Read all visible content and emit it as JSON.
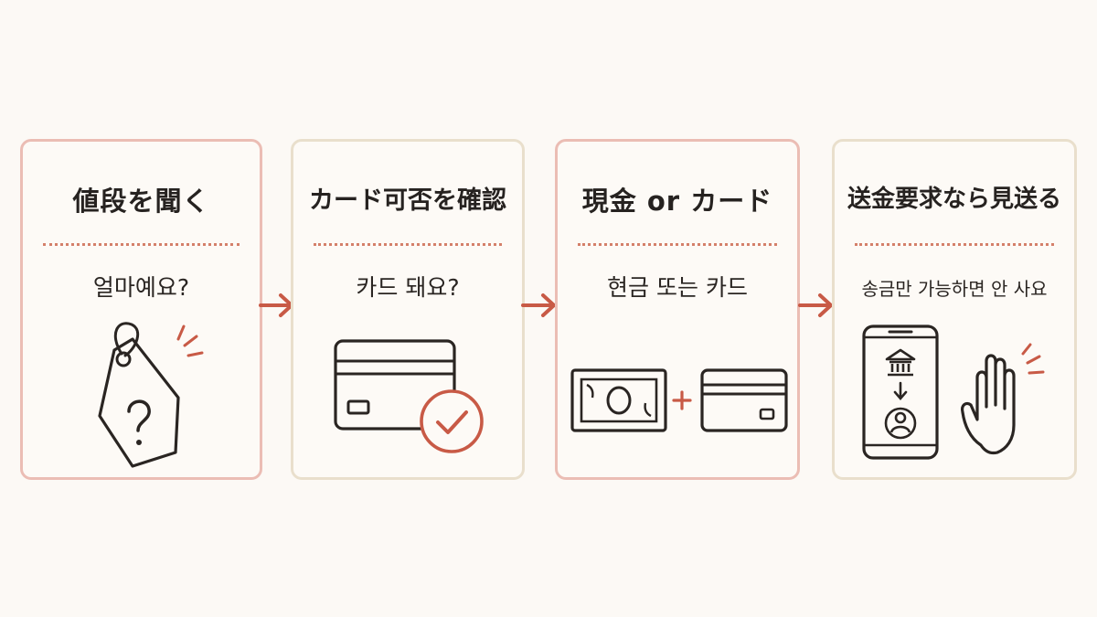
{
  "steps": [
    {
      "title": "値段を聞く",
      "phrase": "얼마예요?",
      "icon": "price-tag-question-icon",
      "accent": "#ebbdb4"
    },
    {
      "title": "カード可否を確認",
      "phrase": "카드 돼요?",
      "icon": "credit-card-check-icon",
      "accent": "#e9dfcc"
    },
    {
      "title": "現金 or カード",
      "phrase": "현금 또는 카드",
      "icon": "cash-plus-card-icon",
      "accent": "#ebbdb4"
    },
    {
      "title": "送金要求なら見送る",
      "phrase": "송금만 가능하면 안 사요",
      "icon": "phone-transfer-stop-hand-icon",
      "accent": "#e9dfcc"
    }
  ],
  "colors": {
    "background": "#fcf9f5",
    "line": "#2a2522",
    "accent_red": "#c85a46",
    "dot": "#d4806a"
  }
}
